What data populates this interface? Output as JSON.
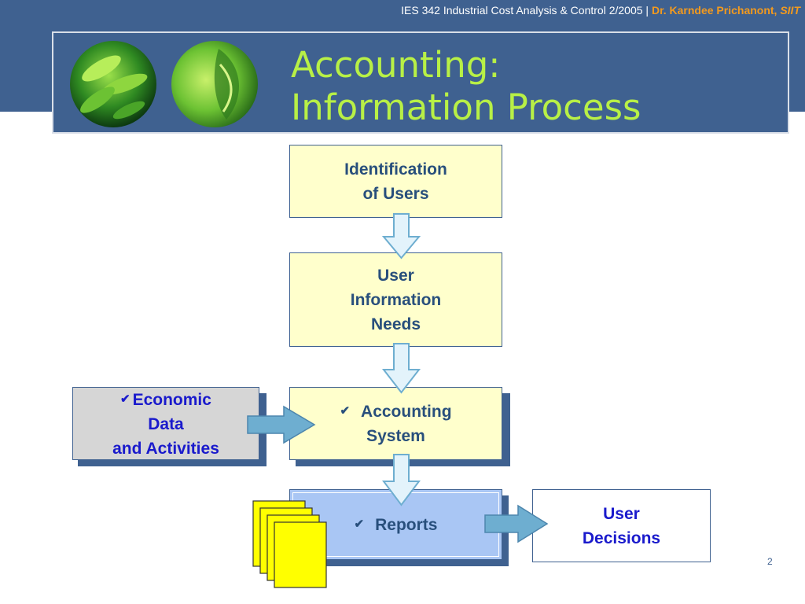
{
  "header": {
    "course": "IES 342 Industrial Cost Analysis & Control 2/2005",
    "separator": "|",
    "author": "Dr. Karndee Prichanont,",
    "institution": "SIIT"
  },
  "title": {
    "line1": "Accounting:",
    "line2": "Information Process"
  },
  "boxes": {
    "identification": {
      "line1": "Identification",
      "line2": "of Users"
    },
    "needs": {
      "line1": "User",
      "line2": "Information",
      "line3": "Needs"
    },
    "economic": {
      "check": "✔",
      "line1": "Economic",
      "line2": "Data",
      "line3": "and Activities"
    },
    "accounting": {
      "check": "✔",
      "line1": "Accounting",
      "line2": "System"
    },
    "reports": {
      "check": "✔",
      "label": "Reports"
    },
    "decisions": {
      "line1": "User",
      "line2": "Decisions"
    }
  },
  "page_number": "2",
  "colors": {
    "band": "#3f6190",
    "title": "#b8f046",
    "box_yellow": "#ffffcc",
    "box_gray": "#d6d6d6",
    "box_reports": "#a9c6f4",
    "arrow_fill": "#e3f3fb",
    "arrow_side": "#6eaed0",
    "doc_yellow": "#ffff00",
    "author_orange": "#f39a1e",
    "text_blue": "#1a1acc"
  }
}
